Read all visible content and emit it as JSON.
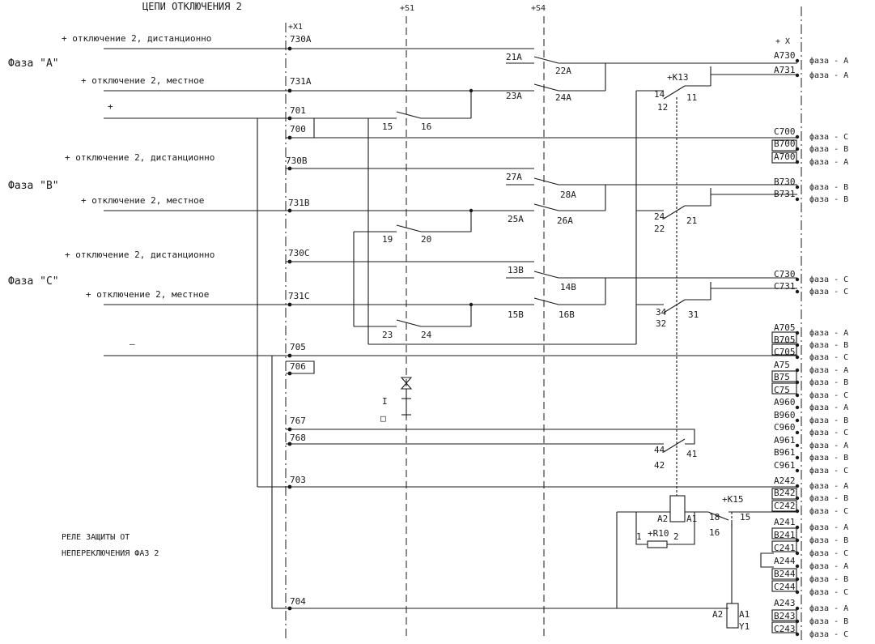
{
  "header": {
    "title": "ЦЕПИ ОТКЛЮЧЕНИЯ  2",
    "x1": "+X1",
    "s1": "+S1",
    "s4": "+S4",
    "x": "+ X"
  },
  "phases": {
    "a": "Фаза \"A\"",
    "b": "Фаза \"B\"",
    "c": "Фаза \"C\""
  },
  "left_labels": {
    "remote_a": "+ отключение 2, дистанционно",
    "local_a": "+ отключение 2, местное",
    "plus": "+",
    "remote_b": "+ отключение 2, дистанционно",
    "local_b": "+ отключение 2, местное",
    "remote_c": "+ отключение 2, дистанционно",
    "local_c": "+ отключение 2, местное",
    "minus": "–"
  },
  "wires": {
    "w730A": "730A",
    "w731A": "731A",
    "w701": "701",
    "w700": "700",
    "w730B": "730B",
    "w731B": "731B",
    "w730C": "730C",
    "w731C": "731C",
    "w705": "705",
    "w706": "706",
    "w767": "767",
    "w768": "768",
    "w703": "703",
    "w704": "704"
  },
  "contacts": {
    "c21A": "21A",
    "c22A": "22A",
    "c23A": "23A",
    "c24A": "24A",
    "c27A": "27A",
    "c28A": "28A",
    "c25A": "25A",
    "c26A": "26A",
    "c13B": "13B",
    "c14B": "14B",
    "c15B": "15B",
    "c16B": "16B",
    "c15": "15",
    "c16": "16",
    "c19": "19",
    "c20": "20",
    "c23": "23",
    "c24": "24",
    "k13": "+K13",
    "k14": "14",
    "k12": "12",
    "k11": "11",
    "k24": "24",
    "k22": "22",
    "k21": "21",
    "k34": "34",
    "k32": "32",
    "k31": "31",
    "k44": "44",
    "k42": "42",
    "k41": "41",
    "k15": "+K15",
    "k15_18": "18",
    "k15_16": "16",
    "k15_15": "15",
    "a2": "A2",
    "a1": "A1",
    "r10": "+R10",
    "r1": "1",
    "r2": "2",
    "y1_a2": "A2",
    "y1_a1": "A1",
    "y1": "Y1",
    "sym_i": "I",
    "sym_o": "□"
  },
  "relay_text": {
    "line1": "РЕЛЕ ЗАЩИТЫ ОТ",
    "line2": "НЕПЕРЕКЛЮЧЕНИЯ ФАЗ 2"
  },
  "terminals": [
    {
      "label": "A730",
      "phase": "фаза - A"
    },
    {
      "label": "A731",
      "phase": "фаза - A"
    },
    {
      "label": "C700",
      "phase": "фаза - C"
    },
    {
      "label": "B700",
      "phase": "фаза - B"
    },
    {
      "label": "A700",
      "phase": "фаза - A"
    },
    {
      "label": "B730",
      "phase": "фаза - B"
    },
    {
      "label": "B731",
      "phase": "фаза - B"
    },
    {
      "label": "C730",
      "phase": "фаза - C"
    },
    {
      "label": "C731",
      "phase": "фаза - C"
    },
    {
      "label": "A705",
      "phase": "фаза - A"
    },
    {
      "label": "B705",
      "phase": "фаза - B"
    },
    {
      "label": "C705",
      "phase": "фаза - C"
    },
    {
      "label": "A75",
      "phase": "фаза - A"
    },
    {
      "label": "B75",
      "phase": "фаза - B"
    },
    {
      "label": "C75",
      "phase": "фаза - C"
    },
    {
      "label": "A960",
      "phase": "фаза - A"
    },
    {
      "label": "B960",
      "phase": "фаза - B"
    },
    {
      "label": "C960",
      "phase": "фаза - C"
    },
    {
      "label": "A961",
      "phase": "фаза - A"
    },
    {
      "label": "B961",
      "phase": "фаза - B"
    },
    {
      "label": "C961",
      "phase": "фаза - C"
    },
    {
      "label": "A242",
      "phase": "фаза - A"
    },
    {
      "label": "B242",
      "phase": "фаза - B"
    },
    {
      "label": "C242",
      "phase": "фаза - C"
    },
    {
      "label": "A241",
      "phase": "фаза - A"
    },
    {
      "label": "B241",
      "phase": "фаза - B"
    },
    {
      "label": "C241",
      "phase": "фаза - C"
    },
    {
      "label": "A244",
      "phase": "фаза - A"
    },
    {
      "label": "B244",
      "phase": "фаза - B"
    },
    {
      "label": "C244",
      "phase": "фаза - C"
    },
    {
      "label": "A243",
      "phase": "фаза - A"
    },
    {
      "label": "B243",
      "phase": "фаза - B"
    },
    {
      "label": "C243",
      "phase": "фаза - C"
    }
  ]
}
